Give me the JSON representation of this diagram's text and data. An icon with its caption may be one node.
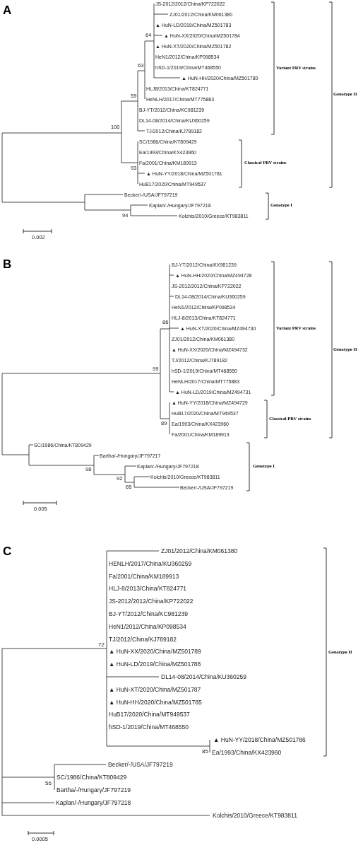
{
  "diagram": {
    "labels": [
      "A",
      "JS-2012/2012/China/KP722022",
      "ZJ01/2012/China/KM061380",
      "▲ HuN-LD/2019/China/MZ501783",
      "▲ HuN-XX/2020/China/MZ501784",
      "▲ HuN-XT/2020/China/MZ501782",
      "HeN1/2012/China/KP098534",
      "hSD-1/2019/China/MT468550",
      "▲ HuN-HH/2020/China/MZ501780",
      "HLJ8/2013/China/KT824771",
      "HeNLH/2017/China/MT775883",
      "BJ-YT/2012/China/KC981239",
      "DL14-08/2014/China/KU360259",
      "TJ/2012/China/KJ789182",
      "SC/1986/China/KT809429",
      "Ea/1993/China/KX423960",
      "Fa/2001/China/KM189913",
      "▲ HuN-YY/2018/China/MZ501781",
      "HuB17/2020/China/MT949537",
      "Becker/-/USA/JF797219",
      "Kaplan/-/Hungary/JF797218",
      "Kolchis/2010/Greece/KT983811",
      "64",
      "63",
      "59",
      "100",
      "93",
      "94",
      "Variant PRV strains",
      "Genotype II",
      "Classical PRV strains",
      "Genotype I",
      "0.002",
      "B",
      "BJ-YT/2012/China/KX981239",
      "▲ HuN-HH/2020/China/MZ494728",
      "JS-2012/2012/China/KP722022",
      "DL14-08/2014/China/KU360259",
      "HeN1/2012/China/KP098534",
      "HLJ-8/2013/China/KT824771",
      "▲ HuN-XT/2020/China/MZ494730",
      "ZJ01/2012/China/KM061380",
      "▲ HuN-XX/2020/China/MZ494732",
      "TJ/2012/China/KJ789182",
      "hSD-1/2019/China/MT468550",
      "HeNLH/2017/China/MT775883",
      "▲ HuN-LD/2019/China/MZ494731",
      "▲ HuN-YY/2018/China/MZ494729",
      "HuB17/2020/China/MT949537",
      "Ea/1993/China/KX423960",
      "Fa/2001/China/KM189913",
      "SC/1986/China/KT809429",
      "Bartha/-/Hungary/JF797217",
      "Kaplan/-/Hungary/JF797218",
      "Kolchis/2010/Greece/KT983811",
      "Becker/-/USA/JF797219",
      "86",
      "99",
      "89",
      "98",
      "92",
      "65",
      "Variant PRV strains",
      "Genotype II",
      "Classical PRV strains",
      "Genotype I",
      "0.005",
      "C",
      "ZJ01/2012/China/KM061380",
      "HENLH/2017/China/KU360259",
      "Fa/2001/China/KM189913",
      "HLJ-8/2013/China/KT824771",
      "JS-2012/2012/China/KP722022",
      "BJ-YT/2012/China/KC981239",
      "HeN1/2012/China/KP098534",
      "TJ/2012/China/KJ789182",
      "▲ HuN-XX/2020/China/MZ501789",
      "▲ HuN-LD/2019/China/MZ501788",
      "DL14-08/2014/China/KU360259",
      "▲ HuN-XT/2020/China/MZ501787",
      "▲ HuN-HH/2020/China/MZ501785",
      "HuB17/2020/China/MT949537",
      "hSD-1/2019/China/MT468550",
      "▲ HuN-YY/2018/China/MZ501786",
      "Ea/1993/China/KX423960",
      "Becker/-/USA/JF797219",
      "SC/1986/China/KT809429",
      "Bartha/-/Hungary/JF797219",
      "Kaplan/-/Hungary/JF797218",
      "Kolchis/2010/Greece/KT983811",
      "72",
      "85",
      "56",
      "Genotype II",
      "0.0005"
    ]
  }
}
